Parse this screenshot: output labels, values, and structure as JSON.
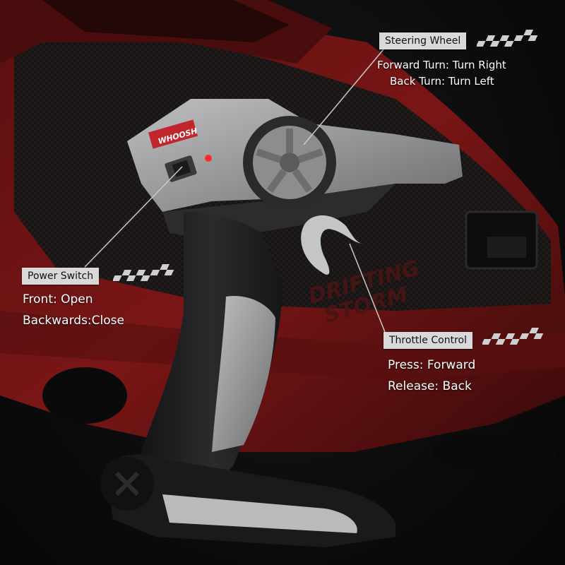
{
  "image": {
    "width": 800,
    "height": 800,
    "subject": "rc-car-remote-controller-callouts"
  },
  "brand_logo": "WHOOSH",
  "car_hood_text": [
    "DRIFTING",
    "STORM"
  ],
  "callouts": {
    "steering": {
      "title": "Steering Wheel",
      "lines": [
        "Forward Turn: Turn Right",
        "Back Turn: Turn Left"
      ]
    },
    "power": {
      "title": "Power Switch",
      "lines": [
        "Front: Open",
        "Backwards:Close"
      ]
    },
    "throttle": {
      "title": "Throttle Control",
      "lines": [
        "Press: Forward",
        "Release: Back"
      ]
    }
  },
  "colors": {
    "label_bg": "#d9d9d9",
    "car_red": "#6e1313",
    "controller_body": "#2a2a2b",
    "controller_grey": "#9a9b9d",
    "indicator_red": "#ff2a2a"
  },
  "icons": {
    "flag": "checkered-flag-icon"
  }
}
